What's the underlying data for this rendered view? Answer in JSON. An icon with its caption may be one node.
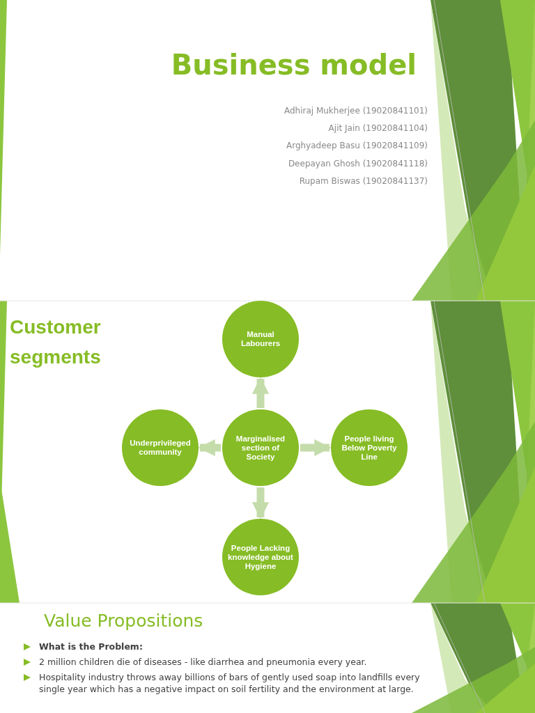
{
  "diagram": {
    "title": "Business model",
    "nodes": [
      {
        "text": [
          "Manual Labourers"
        ]
      },
      {
        "text": [
          "Underprivileged community"
        ]
      },
      {
        "text": [
          "Marginalised section of Society"
        ]
      },
      {
        "text": [
          "People living Below Poverty Line"
        ]
      },
      {
        "text": [
          "People Lacking knowledge about Hygiene"
        ]
      }
    ],
    "edges": [
      {
        "from": 2,
        "to": 0,
        "arrow": "to"
      },
      {
        "from": 2,
        "to": 1,
        "arrow": "to"
      },
      {
        "from": 2,
        "to": 3,
        "arrow": "to"
      },
      {
        "from": 2,
        "to": 4,
        "arrow": "to"
      }
    ],
    "labels": [
      "Adhiraj Mukherjee (19020841101)",
      "Ajit Jain (19020841104)",
      "Arghyadeep Basu (19020841109)",
      "Deepayan Ghosh (19020841118)",
      "Rupam Biswas (19020841137)",
      "Customer segments",
      "Value Propositions",
      "What is the Problem:",
      "2 million children die of diseases - like diarrhea and pneumonia every year.",
      "Hospitality industry throws away billions of bars of gently used soap into landfills every single year which has a negative impact on soil fertility and the environment at large."
    ]
  }
}
